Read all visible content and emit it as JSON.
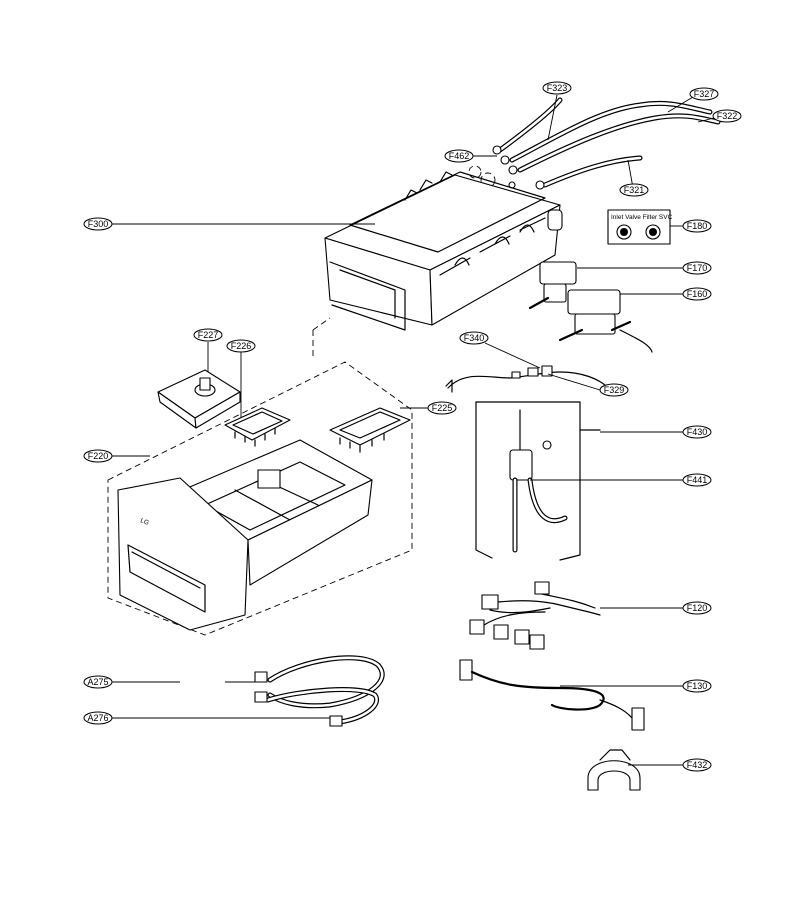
{
  "labels": {
    "F323": "F323",
    "F327": "F327",
    "F322": "F322",
    "F462": "F462",
    "F321": "F321",
    "F300": "F300",
    "F180": "F180",
    "F170": "F170",
    "F160": "F160",
    "F227": "F227",
    "F226": "F226",
    "F340": "F340",
    "F329": "F329",
    "F225": "F225",
    "F430": "F430",
    "F220": "F220",
    "F441": "F441",
    "F120": "F120",
    "A275": "A275",
    "F130": "F130",
    "A276": "A276",
    "F432": "F432"
  },
  "svc_label": {
    "title": "Inlet Valve Filter SVC"
  },
  "dispenser_brand": "LG"
}
